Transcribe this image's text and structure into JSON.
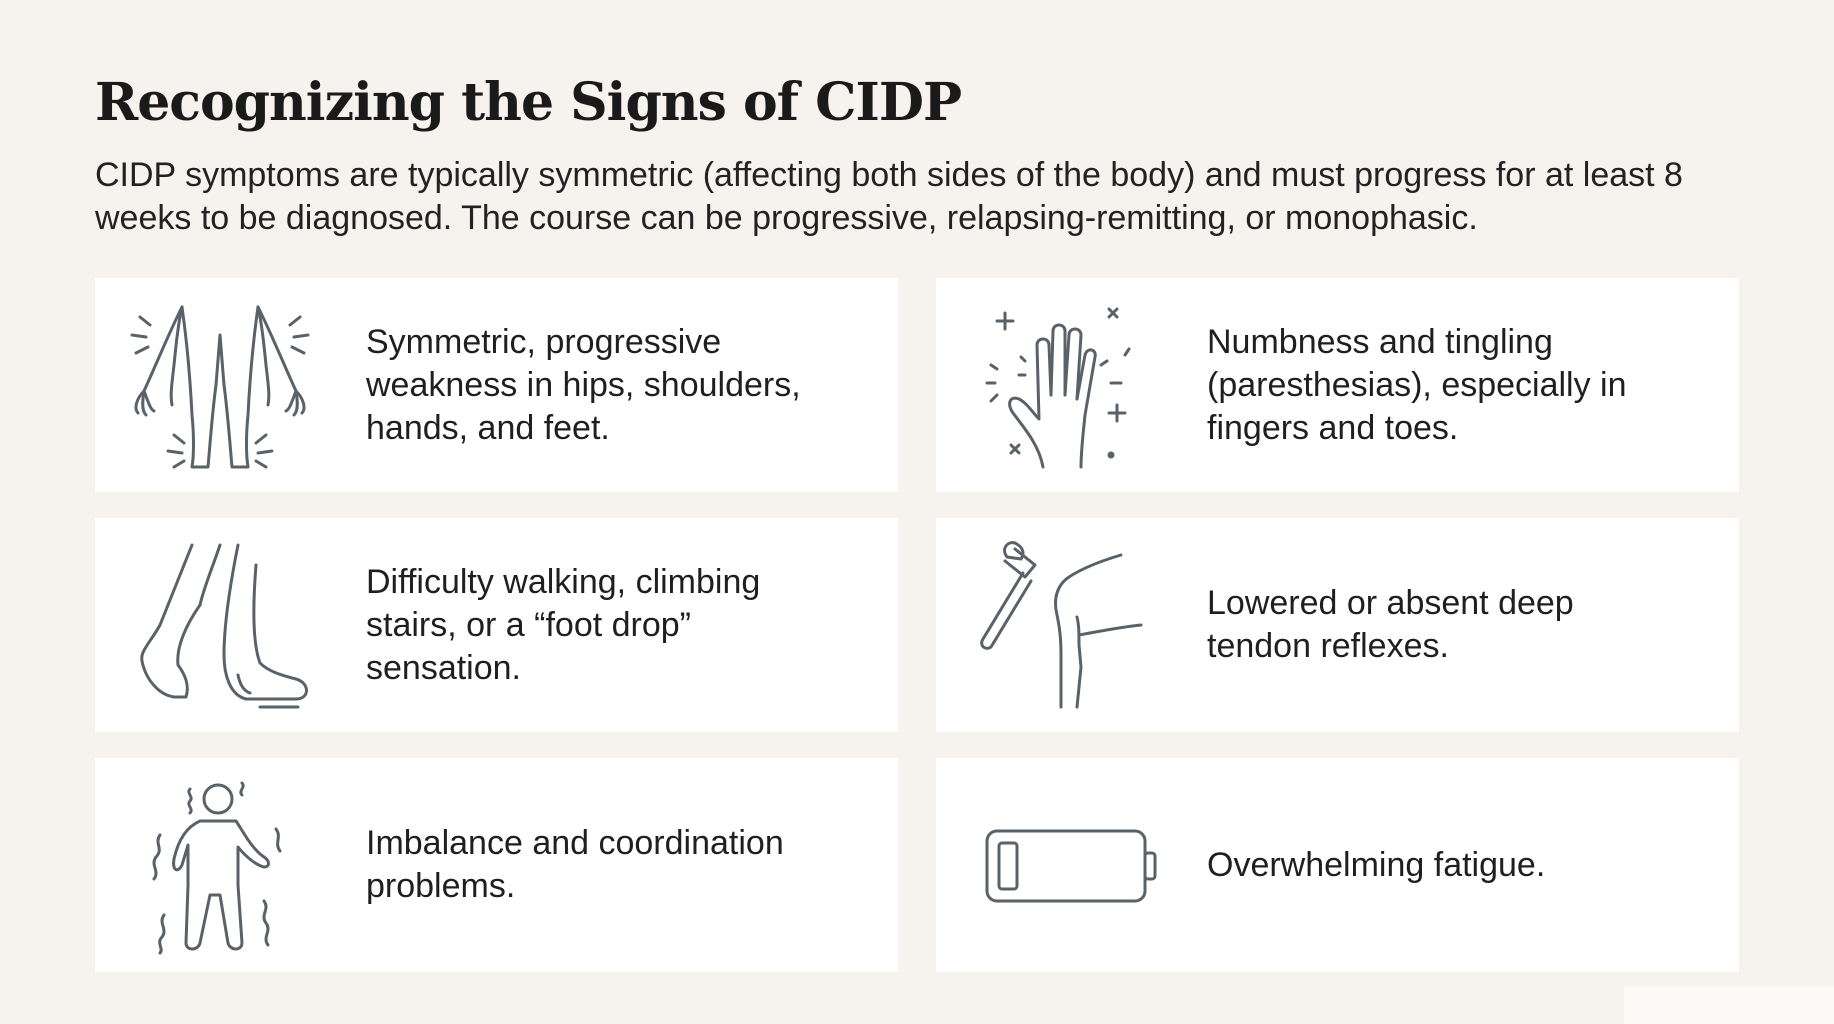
{
  "title": "Recognizing the Signs of CIDP",
  "intro": "CIDP symptoms are typically symmetric (affecting both sides of the body) and must progress for at least 8 weeks to be diagnosed. The course can be progressive, relapsing-remitting, or monophasic.",
  "cards": [
    {
      "icon": "body-weakness-icon",
      "text": "Symmetric, progressive weakness in hips, shoulders, hands, and feet."
    },
    {
      "icon": "tingling-hand-icon",
      "text": "Numbness and tingling (paresthesias), especially in fingers and toes."
    },
    {
      "icon": "walking-feet-icon",
      "text": "Difficulty walking, climbing stairs, or a “foot drop” sensation."
    },
    {
      "icon": "reflex-hammer-knee-icon",
      "text": "Lowered or absent deep tendon reflexes."
    },
    {
      "icon": "unsteady-person-icon",
      "text": "Imbalance and coordination problems."
    },
    {
      "icon": "low-battery-icon",
      "text": "Overwhelming fatigue."
    }
  ],
  "colors": {
    "background": "#f6f3ee",
    "card": "#ffffff",
    "icon_stroke": "#5a6269",
    "text": "#1f1f1f"
  }
}
